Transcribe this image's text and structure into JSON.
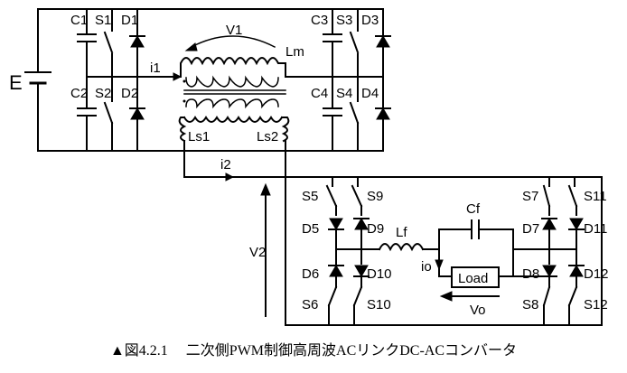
{
  "labels": {
    "E": "E",
    "C1": "C1",
    "S1": "S1",
    "D1": "D1",
    "C2": "C2",
    "S2": "S2",
    "D2": "D2",
    "C3": "C3",
    "S3": "S3",
    "D3": "D3",
    "C4": "C4",
    "S4": "S4",
    "D4": "D4",
    "V1": "V1",
    "Lm": "Lm",
    "i1": "i1",
    "Ls1": "Ls1",
    "Ls2": "Ls2",
    "i2": "i2",
    "V2": "V2",
    "S5": "S5",
    "S9": "S9",
    "S7": "S7",
    "S11": "S11",
    "D5": "D5",
    "D9": "D9",
    "D7": "D7",
    "D11": "D11",
    "D6": "D6",
    "D10": "D10",
    "D8": "D8",
    "D12": "D12",
    "S6": "S6",
    "S10": "S10",
    "S8": "S8",
    "S12": "S12",
    "Lf": "Lf",
    "Cf": "Cf",
    "io": "io",
    "Vo": "Vo",
    "Load": "Load"
  },
  "caption": "▲図4.2.1　 二次側PWM制御高周波ACリンクDC-ACコンバータ"
}
